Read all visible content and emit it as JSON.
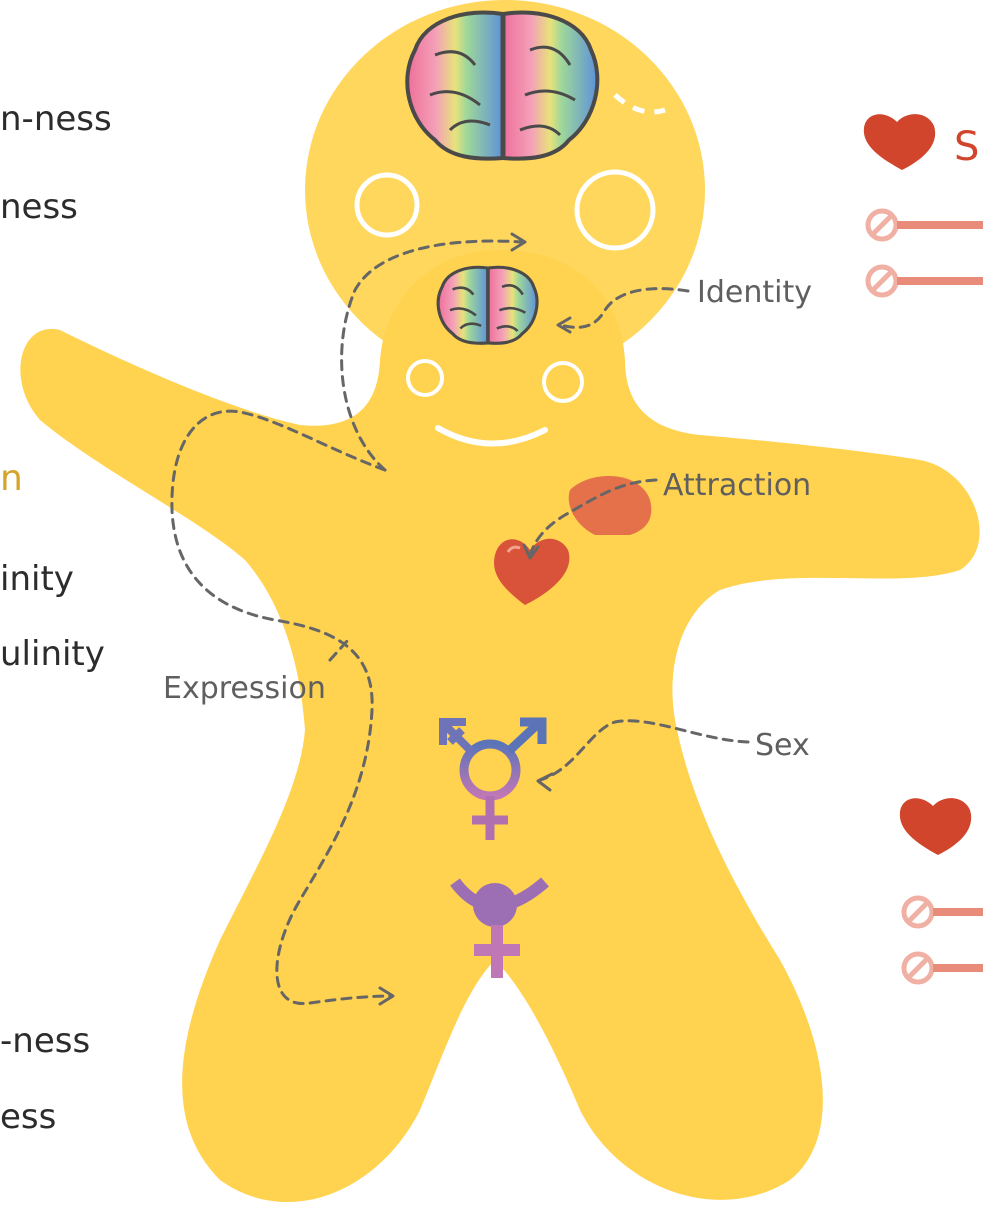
{
  "colors": {
    "body_fill": "#ffd24f",
    "heart": "#d9533a",
    "heart_pale": "#e8886f",
    "sex_symbol_blue": "#5b74b8",
    "sex_symbol_purple": "#a46ab0",
    "left_heading": "#d4a52a",
    "label_text": "#5f5f5f"
  },
  "diagram": {
    "labels": {
      "identity": "Identity",
      "attraction": "Attraction",
      "expression": "Expression",
      "sex": "Sex"
    },
    "left_fragments": {
      "top_1": "n-ness",
      "top_2": "ness",
      "mid_heading": "n",
      "mid_1": "inity",
      "mid_2": "ulinity",
      "bottom_1": "-ness",
      "bottom_2": "ess"
    },
    "right_fragments": {
      "top_heading": "S"
    },
    "icons": [
      "brain-icon",
      "heart-icon",
      "transgender-symbol-icon",
      "intersex-symbol-icon",
      "none-circle-slash-icon"
    ]
  }
}
